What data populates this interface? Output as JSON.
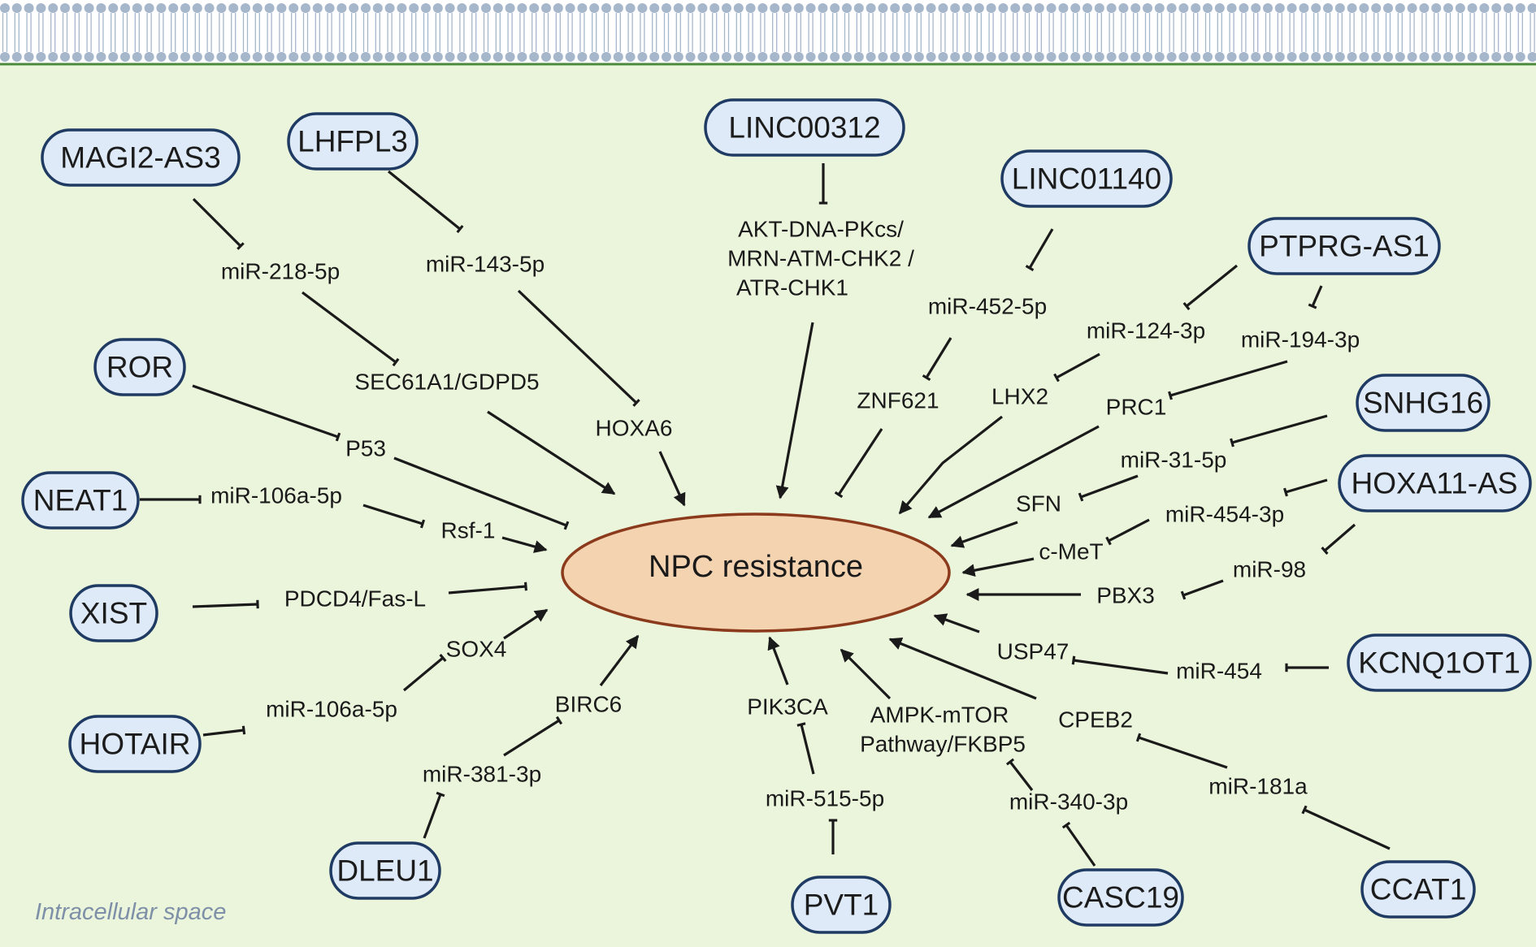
{
  "center_label": "NPC resistance",
  "space_label": "Intracellular space",
  "lncrnas": {
    "magi2as3": "MAGI2-AS3",
    "lhfpl3": "LHFPL3",
    "linc00312": "LINC00312",
    "linc01140": "LINC01140",
    "ptprgas1": "PTPRG-AS1",
    "ror": "ROR",
    "snhg16": "SNHG16",
    "neat1": "NEAT1",
    "hoxa11as": "HOXA11-AS",
    "xist": "XIST",
    "kcnq1ot1": "KCNQ1OT1",
    "hotair": "HOTAIR",
    "dleu1": "DLEU1",
    "pvt1": "PVT1",
    "casc19": "CASC19",
    "ccat1": "CCAT1"
  },
  "nodes": {
    "mir218": "miR-218-5p",
    "mir143": "miR-143-5p",
    "sec61": "SEC61A1/GDPD5",
    "hoxa6": "HOXA6",
    "akt1": "AKT-DNA-PKcs/",
    "akt2": "MRN-ATM-CHK2 /",
    "akt3": "ATR-CHK1",
    "mir452": "miR-452-5p",
    "znf621": "ZNF621",
    "mir124": "miR-124-3p",
    "lhx2": "LHX2",
    "mir194": "miR-194-3p",
    "prc1": "PRC1",
    "p53": "P53",
    "mir31": "miR-31-5p",
    "sfn": "SFN",
    "mir106a_top": "miR-106a-5p",
    "rsf1": "Rsf-1",
    "mir454_3p": "miR-454-3p",
    "cmet": "c-MeT",
    "mir98": "miR-98",
    "pbx3": "PBX3",
    "pdcd4": "PDCD4/Fas-L",
    "usp47": "USP47",
    "mir454": "miR-454",
    "sox4": "SOX4",
    "mir106a_bottom": "miR-106a-5p",
    "birc6": "BIRC6",
    "pik3ca": "PIK3CA",
    "ampk1": "AMPK-mTOR",
    "ampk2": "Pathway/FKBP5",
    "cpeb2": "CPEB2",
    "mir381": "miR-381-3p",
    "mir515": "miR-515-5p",
    "mir340": "miR-340-3p",
    "mir181a": "miR-181a"
  },
  "colors": {
    "background": "#ebf5dc",
    "membrane_dot": "#a6b7cc",
    "membrane_line": "#a6b7cc",
    "membrane_border": "#4a8a3a",
    "lncrna_fill": "#deeaf7",
    "lncrna_stroke": "#1f3a63",
    "center_fill": "#f4d3b1",
    "center_stroke": "#8b3a1c",
    "edge": "#1a1a1a"
  },
  "icons": [
    "arrow-head",
    "inhibition-bar"
  ]
}
